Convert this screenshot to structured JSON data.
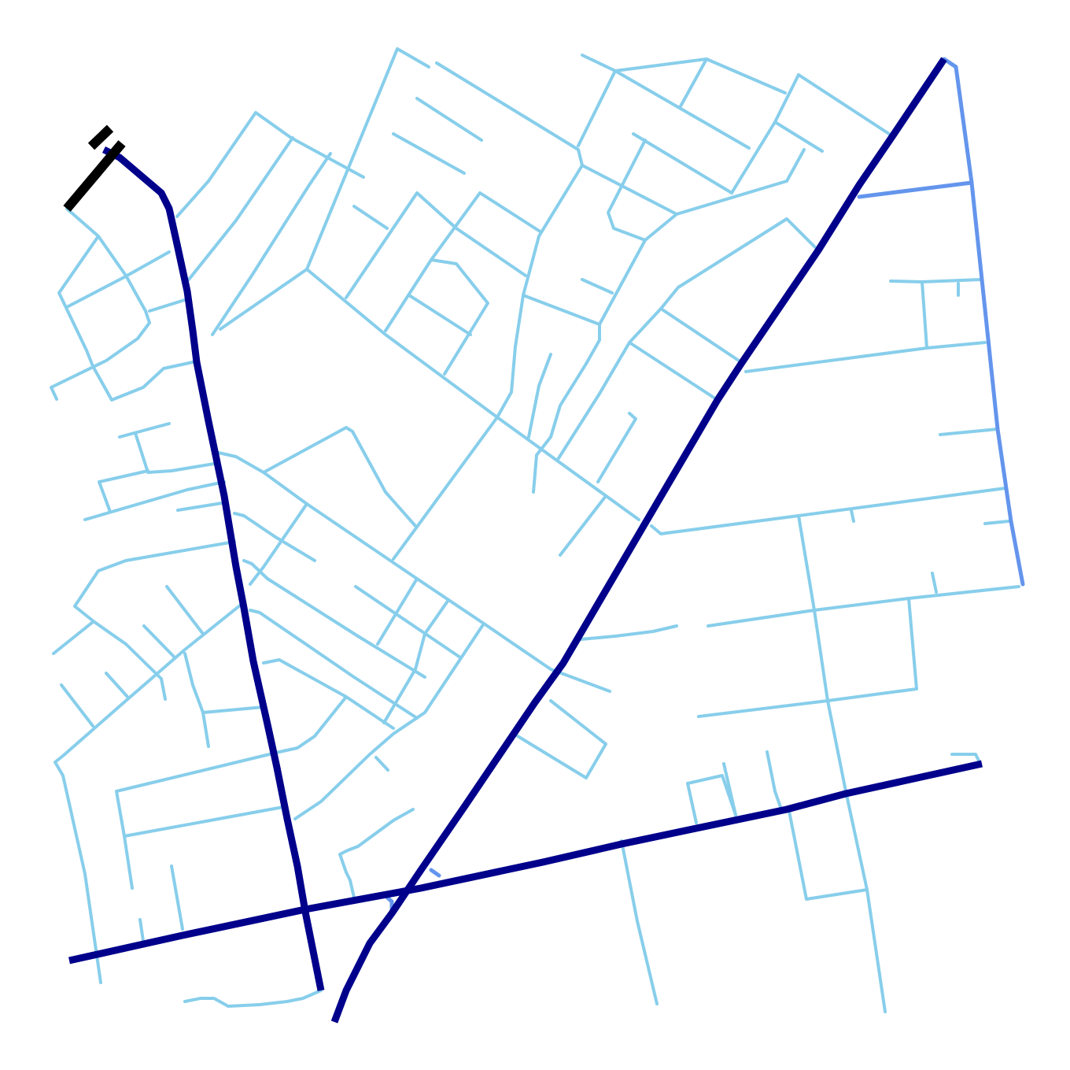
{
  "map": {
    "colors": {
      "background": "#ffffff",
      "minor_road": "#87ceeb",
      "secondary_road": "#6495ed",
      "major_road": "#00008b",
      "black_road": "#000000"
    },
    "road_classes": [
      "major-road",
      "secondary-road",
      "minor-road",
      "black-road"
    ]
  }
}
